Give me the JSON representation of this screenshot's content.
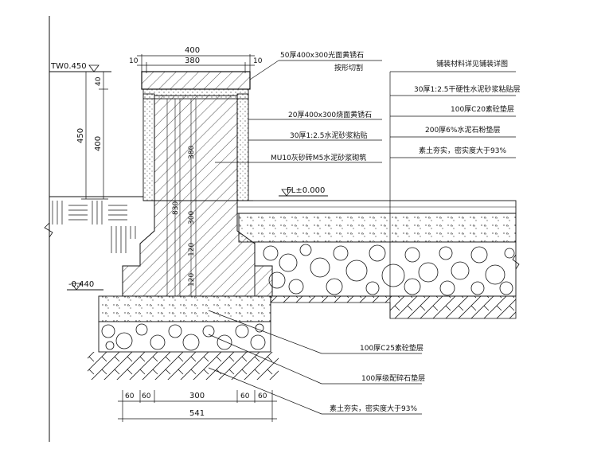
{
  "elevations": {
    "top": "TW0.450",
    "floor": "FL±0.000",
    "bottom": "-0.440"
  },
  "dimensions": {
    "cap_width": "400",
    "cap_inner": "380",
    "cap_gap_left": "10",
    "cap_gap_right": "10",
    "v_40": "40",
    "v_400": "400",
    "v_450": "450",
    "v_380": "380",
    "v_830": "830",
    "v_300": "300",
    "v_120a": "120",
    "v_120b": "120",
    "base_60a": "60",
    "base_60b": "60",
    "base_300": "300",
    "base_60c": "60",
    "base_60d": "60",
    "base_total": "541"
  },
  "wall_labels": {
    "cap_line1": "50厚400x300光面黄锈石",
    "cap_line2": "按形切割",
    "facing": "20厚400x300烧面黄锈石",
    "mortar": "30厚1:2.5水泥砂浆粘贴",
    "masonry": "MU10灰砂砖M5水泥砂浆砌筑"
  },
  "paving_labels": {
    "title": "铺装材料详见铺装详图",
    "l1": "30厚1:2.5干硬性水泥砂浆粘贴层",
    "l2": "100厚C20素砼垫层",
    "l3": "200厚6%水泥石粉垫层",
    "l4": "素土夯实，密实度大于93%"
  },
  "foundation_labels": {
    "f1": "100厚C25素砼垫层",
    "f2": "100厚级配碎石垫层",
    "f3": "素土夯实，密实度大于93%"
  }
}
